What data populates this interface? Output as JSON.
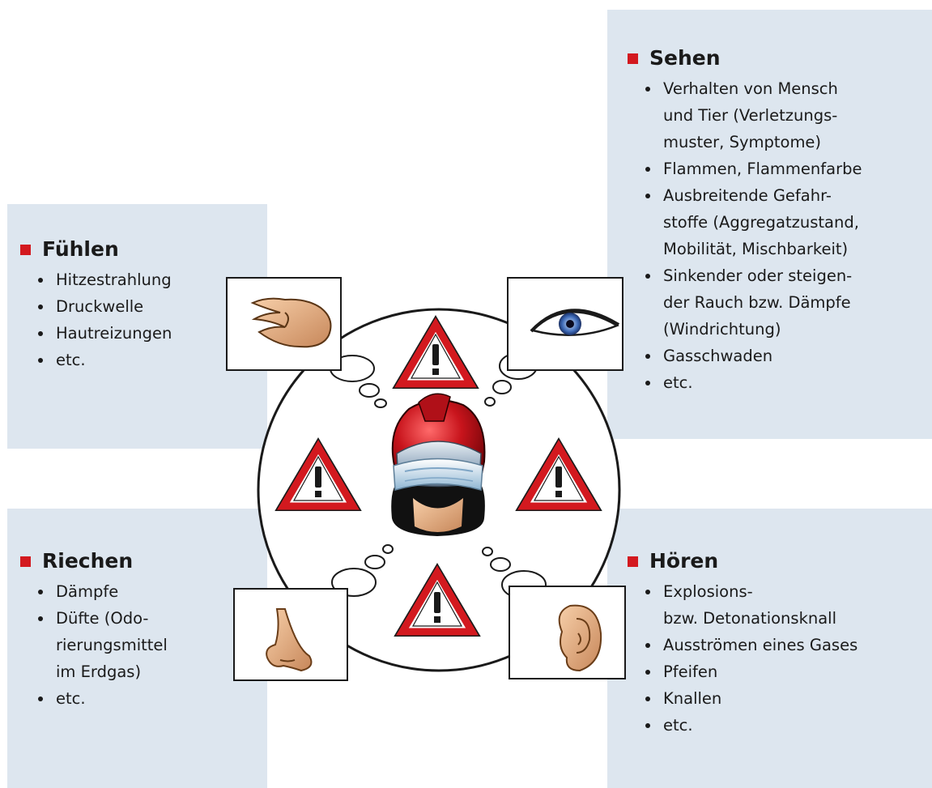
{
  "accent_color": "#d3191f",
  "panel_color": "#dde6ef",
  "icons": {
    "center": "firefighter-blindfolded-icon",
    "warnings": "warning-triangle-icon",
    "feel": "hand-icon",
    "see": "eye-icon",
    "smell": "nose-icon",
    "hear": "ear-icon"
  },
  "sehen": {
    "title": "Sehen",
    "items": [
      [
        "Verhalten von Mensch",
        "und Tier (Verletzungs-",
        "muster, Symptome)"
      ],
      [
        "Flammen, Flammenfarbe"
      ],
      [
        "Ausbreitende Gefahr-",
        "stoffe (Aggregatzustand,",
        "Mobilität, Mischbarkeit)"
      ],
      [
        "Sinkender oder steigen-",
        "der Rauch bzw. Dämpfe",
        "(Windrichtung)"
      ],
      [
        "Gasschwaden"
      ],
      [
        "etc."
      ]
    ]
  },
  "fuehlen": {
    "title": "Fühlen",
    "items": [
      [
        "Hitzestrahlung"
      ],
      [
        "Druckwelle"
      ],
      [
        "Hautreizungen"
      ],
      [
        "etc."
      ]
    ]
  },
  "riechen": {
    "title": "Riechen",
    "items": [
      [
        "Dämpfe"
      ],
      [
        "Düfte (Odo-",
        "rierungsmittel",
        "im Erdgas)"
      ],
      [
        "etc."
      ]
    ]
  },
  "hoeren": {
    "title": "Hören",
    "items": [
      [
        "Explosions-",
        "bzw. Detonationsknall"
      ],
      [
        "Ausströmen eines Gases"
      ],
      [
        "Pfeifen"
      ],
      [
        "Knallen"
      ],
      [
        "etc."
      ]
    ]
  }
}
